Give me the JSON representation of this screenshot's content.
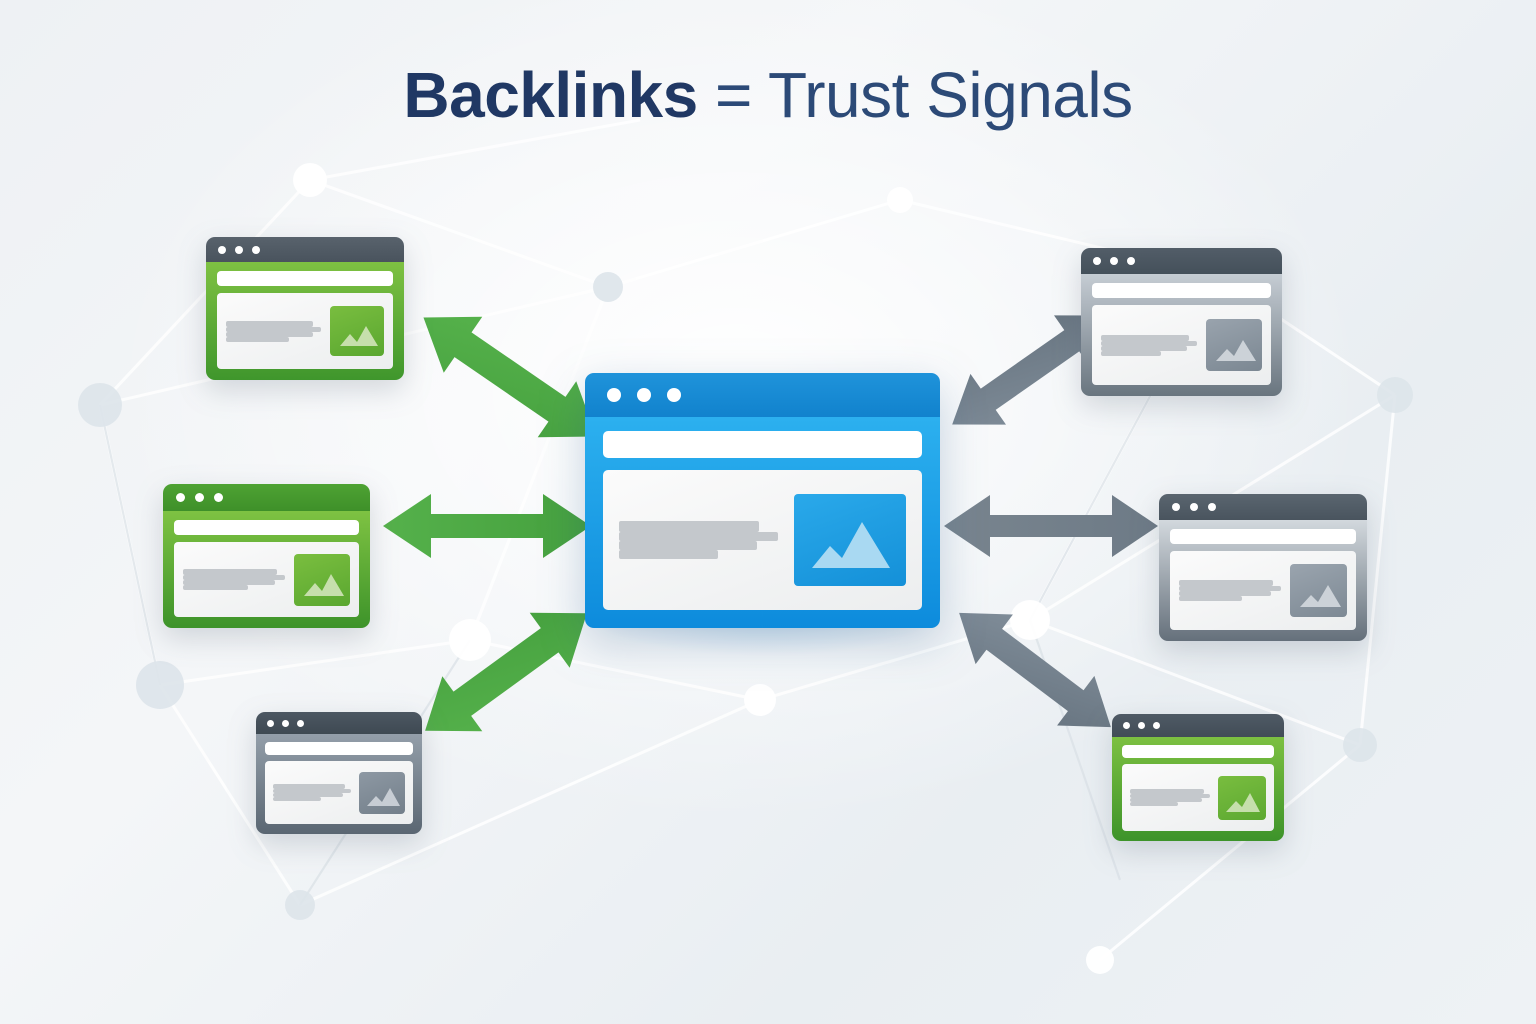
{
  "title": {
    "strong": "Backlinks",
    "light": " = Trust Signals"
  },
  "colors": {
    "title_text": "#203864",
    "accent_blue": "#1a8ad4",
    "accent_green": "#52ae48",
    "accent_gray": "#74808c",
    "background": "#eef1f4"
  },
  "center_node": {
    "name": "your-website",
    "theme": "blue",
    "dots": 3,
    "lines": 4,
    "has_urlbar": true,
    "has_thumbnail": true
  },
  "linking_nodes": [
    {
      "id": "top-left",
      "name": "referring-site-1",
      "theme": "green",
      "titlebar": "dark-gray",
      "dots": 3,
      "lines": 4,
      "has_urlbar": true,
      "has_thumbnail": true
    },
    {
      "id": "middle-left",
      "name": "referring-site-2",
      "theme": "green",
      "titlebar": "green",
      "dots": 3,
      "lines": 4,
      "has_urlbar": true,
      "has_thumbnail": true
    },
    {
      "id": "bottom-left",
      "name": "referring-site-3",
      "theme": "gray",
      "titlebar": "dark-gray",
      "dots": 3,
      "lines": 4,
      "has_urlbar": true,
      "has_thumbnail": true
    },
    {
      "id": "top-right",
      "name": "referring-site-4",
      "theme": "gray",
      "titlebar": "dark-gray",
      "dots": 3,
      "lines": 4,
      "has_urlbar": true,
      "has_thumbnail": true
    },
    {
      "id": "middle-right",
      "name": "referring-site-5",
      "theme": "gray",
      "titlebar": "dark-gray",
      "dots": 3,
      "lines": 4,
      "has_urlbar": true,
      "has_thumbnail": true
    },
    {
      "id": "bottom-right",
      "name": "referring-site-6",
      "theme": "green",
      "titlebar": "dark-gray",
      "dots": 3,
      "lines": 4,
      "has_urlbar": true,
      "has_thumbnail": true
    }
  ],
  "arrows": [
    {
      "id": "arrow-top-left",
      "color": "#4faa46",
      "direction": "diagonal-down-right",
      "double_headed": true
    },
    {
      "id": "arrow-middle-left",
      "color": "#4faa46",
      "direction": "horizontal",
      "double_headed": true
    },
    {
      "id": "arrow-bottom-left",
      "color": "#4faa46",
      "direction": "diagonal-up-right",
      "double_headed": true
    },
    {
      "id": "arrow-top-right",
      "color": "#6f7c89",
      "direction": "diagonal-up-right",
      "double_headed": true
    },
    {
      "id": "arrow-middle-right",
      "color": "#77838f",
      "direction": "horizontal",
      "double_headed": true
    },
    {
      "id": "arrow-bottom-right",
      "color": "#6f7c89",
      "direction": "diagonal-down-right",
      "double_headed": true
    }
  ],
  "background": {
    "style": "network-mesh",
    "node_count": 13,
    "line_color": "#ffffff",
    "node_color": "#dde4ea"
  }
}
